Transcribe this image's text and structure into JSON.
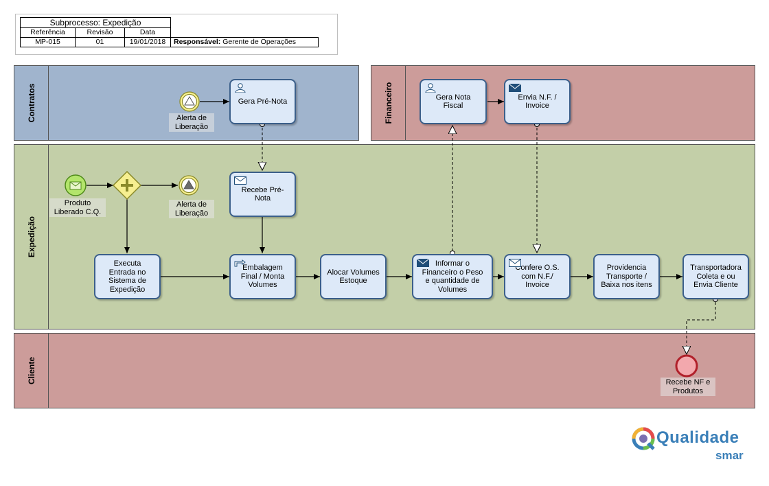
{
  "header": {
    "title": "Subprocesso: Expedição",
    "col_ref": "Referência",
    "col_rev": "Revisão",
    "col_date": "Data",
    "ref": "MP-015",
    "rev": "01",
    "date": "19/01/2018",
    "resp_label": "Responsável:",
    "resp_value": "Gerente de Operações"
  },
  "lanes": {
    "contratos": "Contratos",
    "financeiro": "Financeiro",
    "expedicao": "Expedição",
    "cliente": "Cliente"
  },
  "tasks": {
    "gera_pre_nota": "Gera Pré-Nota",
    "gera_nota_fiscal": "Gera Nota Fiscal",
    "envia_nf_invoice": "Envia N.F. / Invoice",
    "recebe_pre_nota": "Recebe Pré-Nota",
    "executa_entrada": "Executa Entrada no Sistema de Expedição",
    "embalagem": "Embalagem Final / Monta Volumes",
    "alocar_volumes": "Alocar Volumes Estoque",
    "informar_financeiro": "Informar o Financeiro o Peso e quantidade de Volumes",
    "confere_os": "Confere O.S. com N.F./ Invoice",
    "providencia_transporte": "Providencia Transporte / Baixa nos itens",
    "transportadora": "Transportadora Coleta e ou Envia Cliente"
  },
  "events": {
    "alerta_contratos": "Alerta de Liberação",
    "produto_liberado": "Produto Liberado C.Q.",
    "alerta_expedicao": "Alerta de Liberação",
    "recebe_nf": "Recebe NF e Produtos"
  },
  "logo": {
    "name": "Qualidade",
    "sub": "smar"
  },
  "colors": {
    "contratos_lane": "#a0b4cd",
    "financeiro_lane": "#cc9c9a",
    "expedicao_lane": "#c3cfa8",
    "cliente_lane": "#cc9c9a",
    "task_fill": "#dde9f8",
    "task_border": "#3b5f8a",
    "start_event": "#b3e56b",
    "gateway": "#f6ef90",
    "end_event": "#f3a8ad"
  }
}
